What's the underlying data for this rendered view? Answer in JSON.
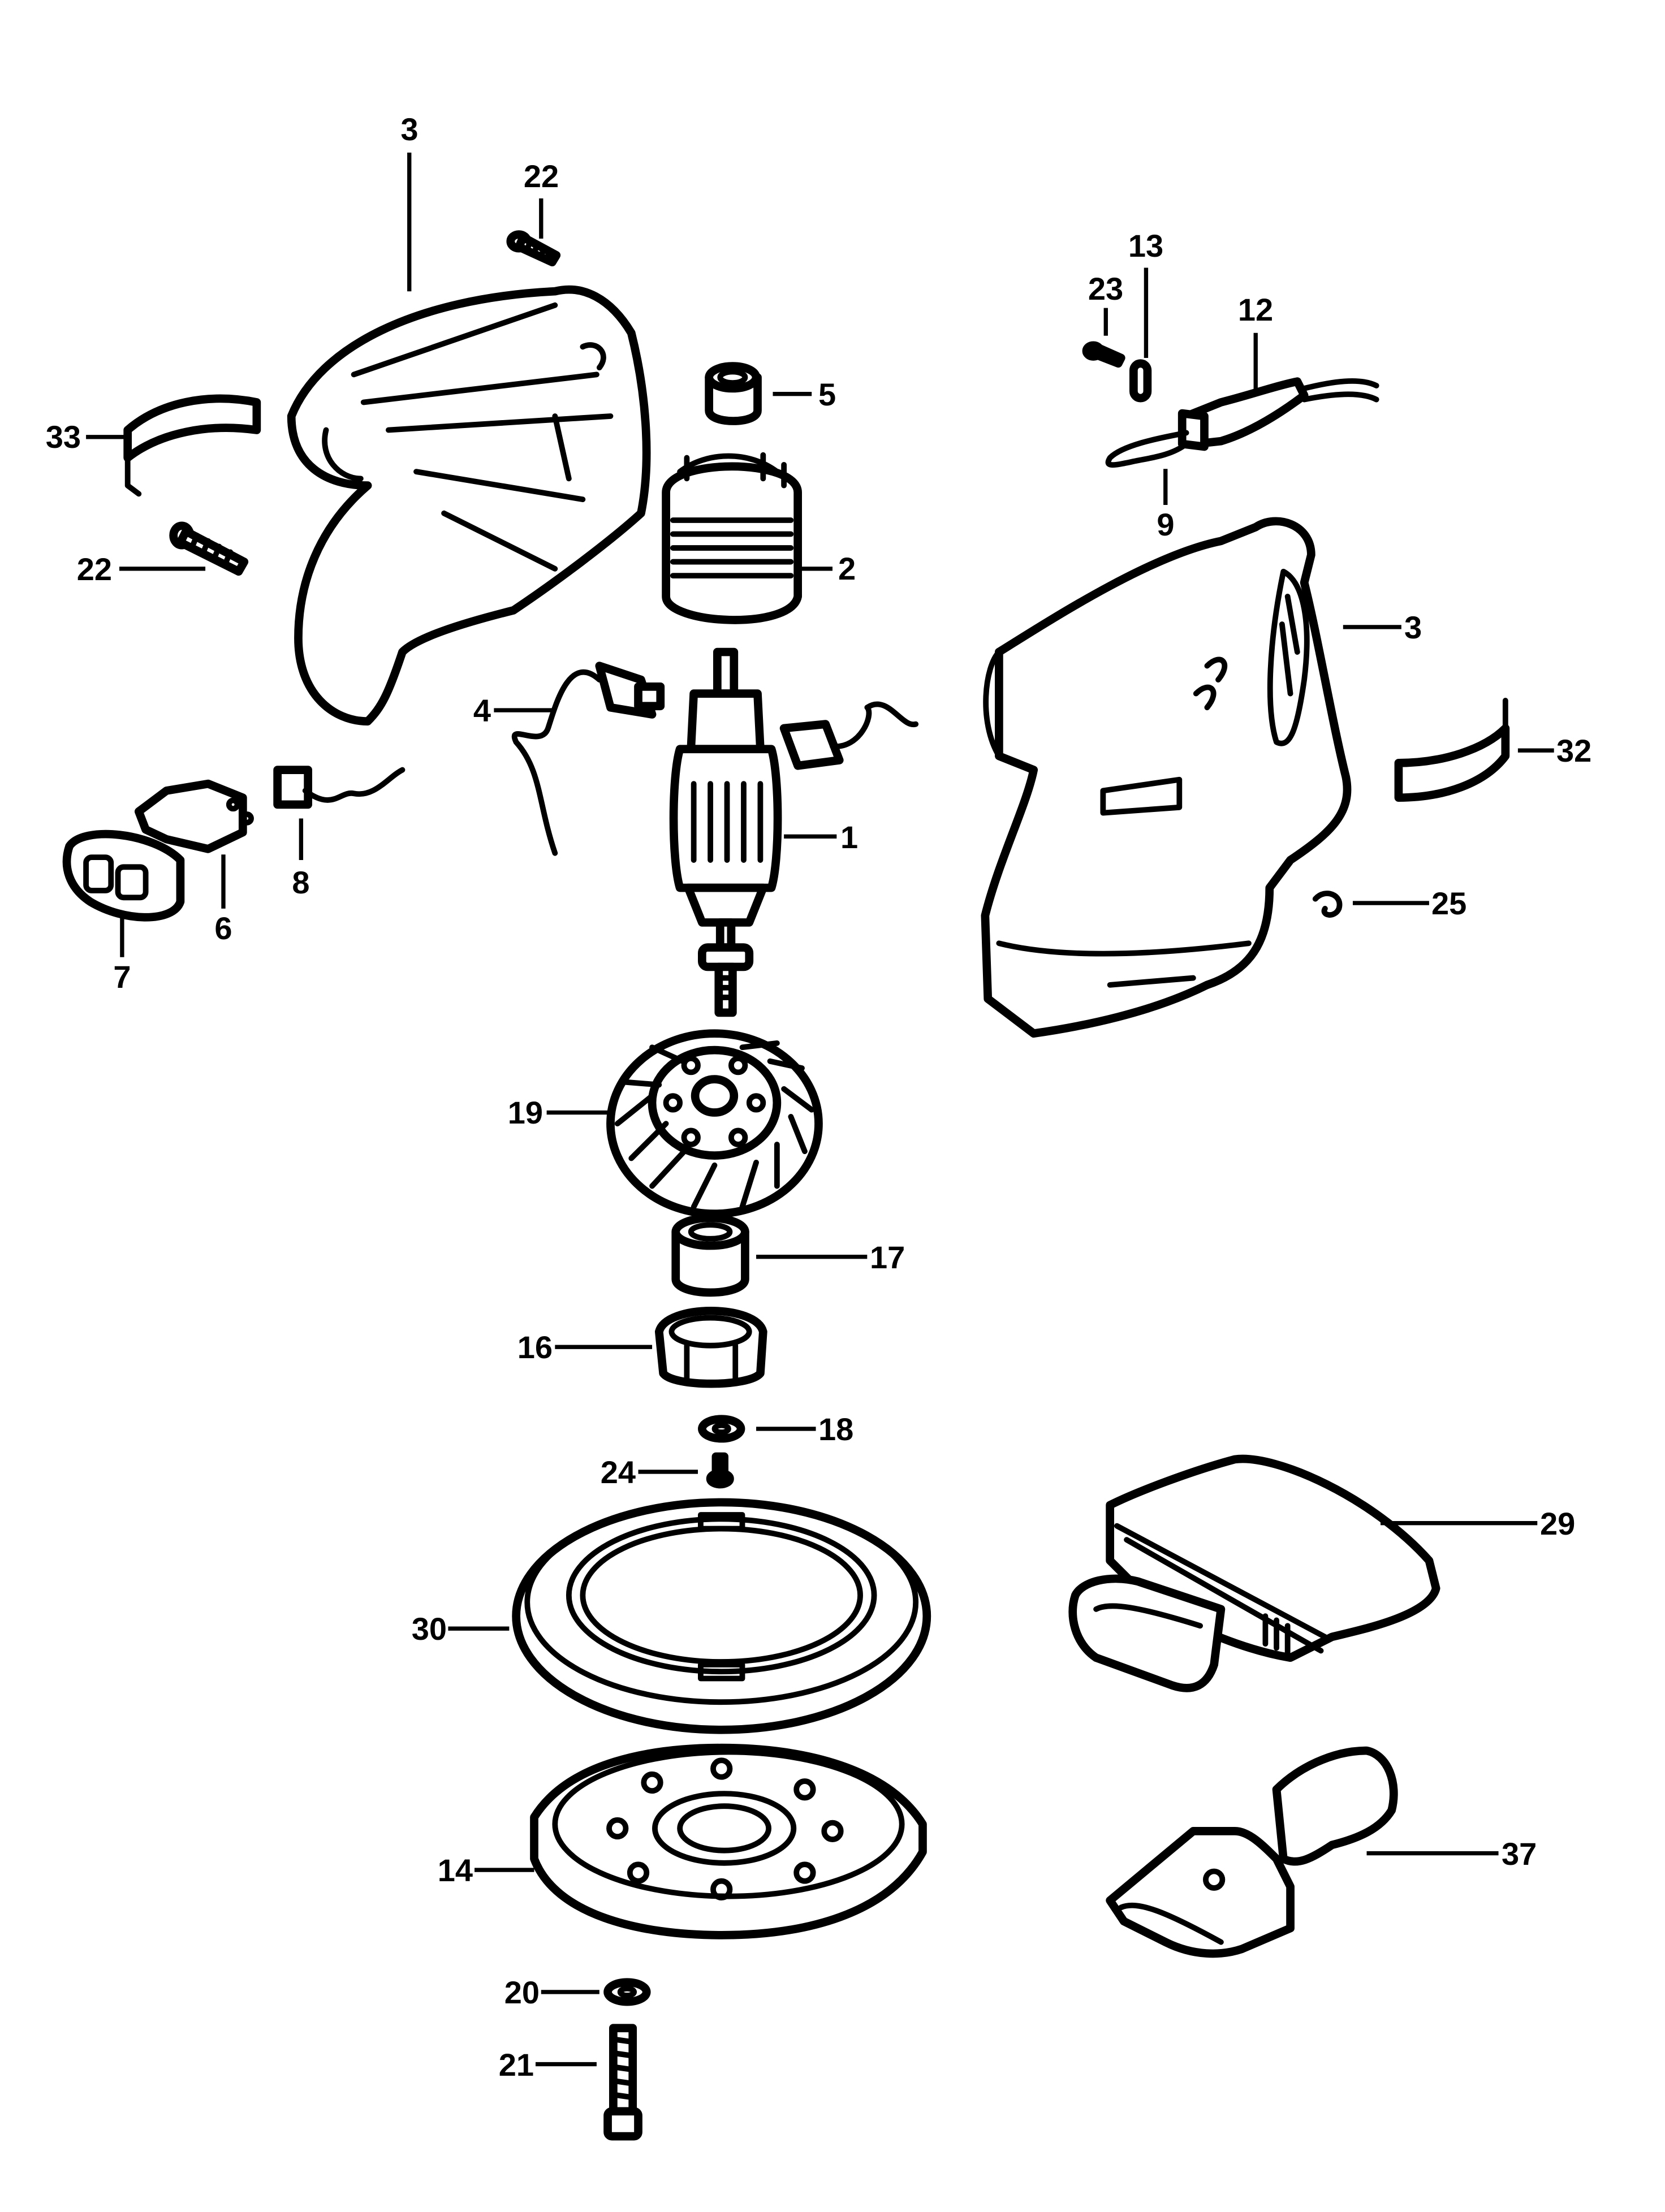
{
  "diagram": {
    "type": "exploded-parts-diagram",
    "subject": "random orbit sander",
    "callouts": [
      {
        "id": "3",
        "part": "housing-half-left"
      },
      {
        "id": "22",
        "part": "screw-top"
      },
      {
        "id": "33",
        "part": "label-band-left"
      },
      {
        "id": "22",
        "part": "screw-left"
      },
      {
        "id": "5",
        "part": "bearing-top"
      },
      {
        "id": "2",
        "part": "field-stator"
      },
      {
        "id": "23",
        "part": "screw-cord-clamp"
      },
      {
        "id": "13",
        "part": "cord-clamp"
      },
      {
        "id": "12",
        "part": "power-cord"
      },
      {
        "id": "9",
        "part": "cord-wires"
      },
      {
        "id": "3",
        "part": "housing-assembled"
      },
      {
        "id": "32",
        "part": "label-band-right"
      },
      {
        "id": "4",
        "part": "brush-holder-assembly"
      },
      {
        "id": "1",
        "part": "armature"
      },
      {
        "id": "8",
        "part": "switch-wire"
      },
      {
        "id": "6",
        "part": "switch"
      },
      {
        "id": "7",
        "part": "switch-cover"
      },
      {
        "id": "25",
        "part": "retaining-clip"
      },
      {
        "id": "19",
        "part": "fan"
      },
      {
        "id": "17",
        "part": "bearing-bottom"
      },
      {
        "id": "16",
        "part": "bearing-housing"
      },
      {
        "id": "18",
        "part": "washer-upper"
      },
      {
        "id": "24",
        "part": "screw-small"
      },
      {
        "id": "29",
        "part": "dust-adaptor"
      },
      {
        "id": "30",
        "part": "pad-brake-ring"
      },
      {
        "id": "37",
        "part": "nozzle-adaptor"
      },
      {
        "id": "14",
        "part": "sanding-pad"
      },
      {
        "id": "20",
        "part": "washer-lower"
      },
      {
        "id": "21",
        "part": "pad-screw"
      }
    ]
  }
}
